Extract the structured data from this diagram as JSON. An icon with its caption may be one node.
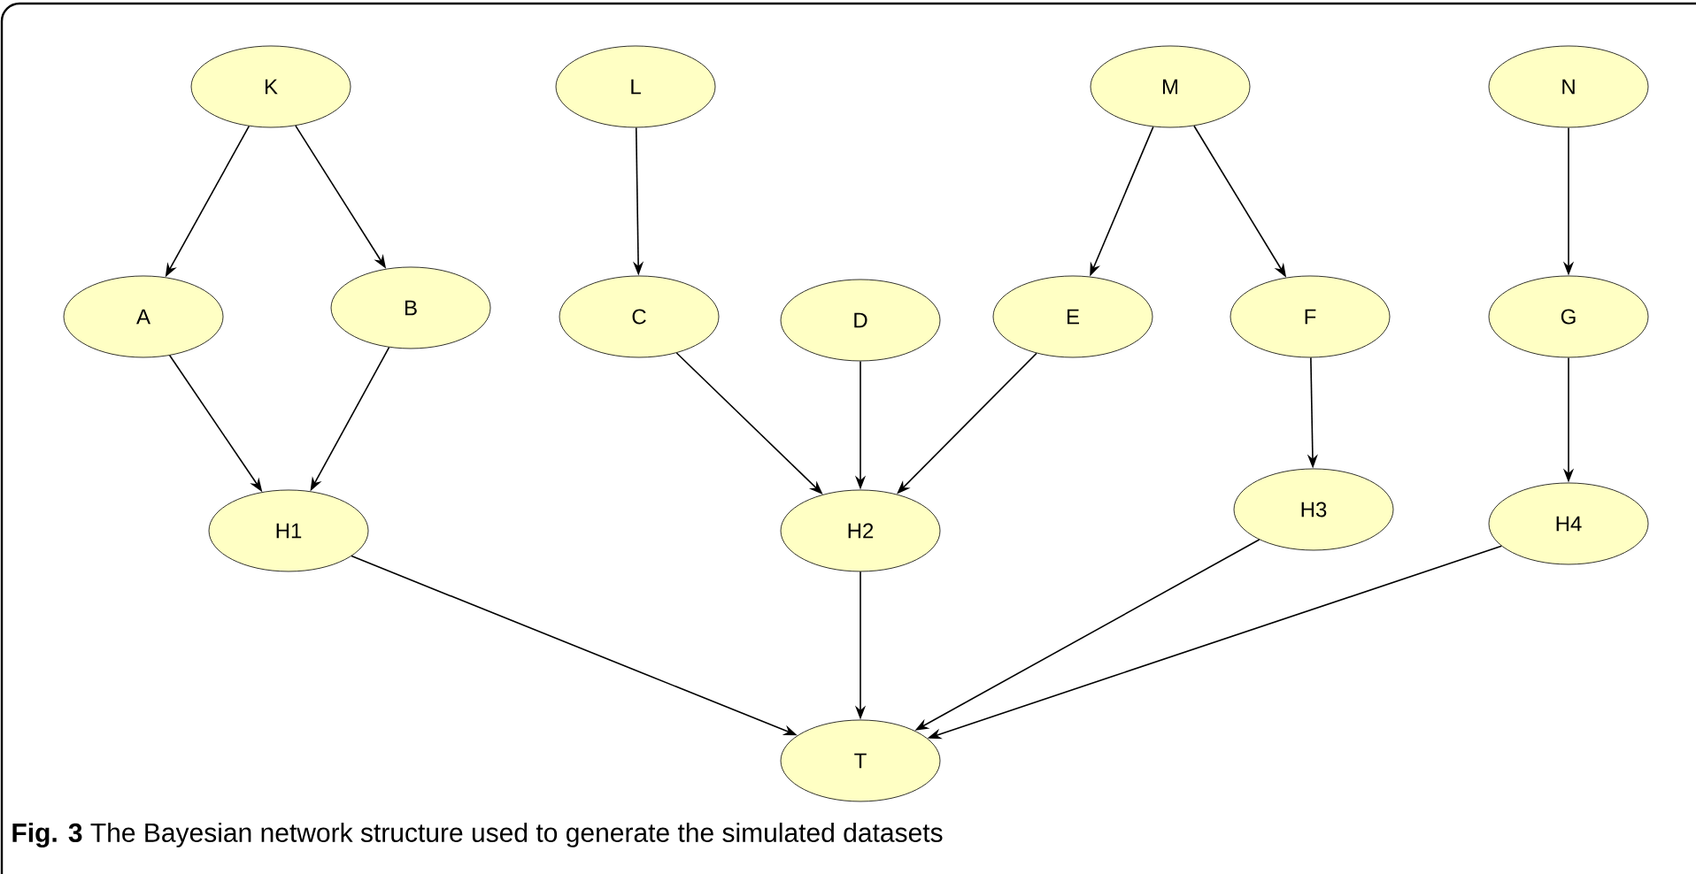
{
  "diagram": {
    "caption": "**Fig. 3** The Bayesian network structure used to generate the simulated datasets",
    "nodes": [
      {
        "text": [
          "K"
        ]
      },
      {
        "text": [
          "L"
        ]
      },
      {
        "text": [
          "M"
        ]
      },
      {
        "text": [
          "N"
        ]
      },
      {
        "text": [
          "A"
        ]
      },
      {
        "text": [
          "B"
        ]
      },
      {
        "text": [
          "C"
        ]
      },
      {
        "text": [
          "D"
        ]
      },
      {
        "text": [
          "E"
        ]
      },
      {
        "text": [
          "F"
        ]
      },
      {
        "text": [
          "G"
        ]
      },
      {
        "text": [
          "H1"
        ]
      },
      {
        "text": [
          "H2"
        ]
      },
      {
        "text": [
          "H3"
        ]
      },
      {
        "text": [
          "H4"
        ]
      },
      {
        "text": [
          "T"
        ]
      }
    ],
    "edges": [
      {
        "from": 0,
        "to": 4,
        "arrow": "to"
      },
      {
        "from": 0,
        "to": 5,
        "arrow": "to"
      },
      {
        "from": 1,
        "to": 6,
        "arrow": "to"
      },
      {
        "from": 2,
        "to": 8,
        "arrow": "to"
      },
      {
        "from": 2,
        "to": 9,
        "arrow": "to"
      },
      {
        "from": 3,
        "to": 10,
        "arrow": "to"
      },
      {
        "from": 4,
        "to": 11,
        "arrow": "to"
      },
      {
        "from": 5,
        "to": 11,
        "arrow": "to"
      },
      {
        "from": 6,
        "to": 12,
        "arrow": "to"
      },
      {
        "from": 7,
        "to": 12,
        "arrow": "to"
      },
      {
        "from": 8,
        "to": 12,
        "arrow": "to"
      },
      {
        "from": 9,
        "to": 13,
        "arrow": "to"
      },
      {
        "from": 10,
        "to": 14,
        "arrow": "to"
      },
      {
        "from": 11,
        "to": 15,
        "arrow": "to"
      },
      {
        "from": 12,
        "to": 15,
        "arrow": "to"
      },
      {
        "from": 13,
        "to": 15,
        "arrow": "to"
      },
      {
        "from": 14,
        "to": 15,
        "arrow": "to"
      }
    ]
  }
}
